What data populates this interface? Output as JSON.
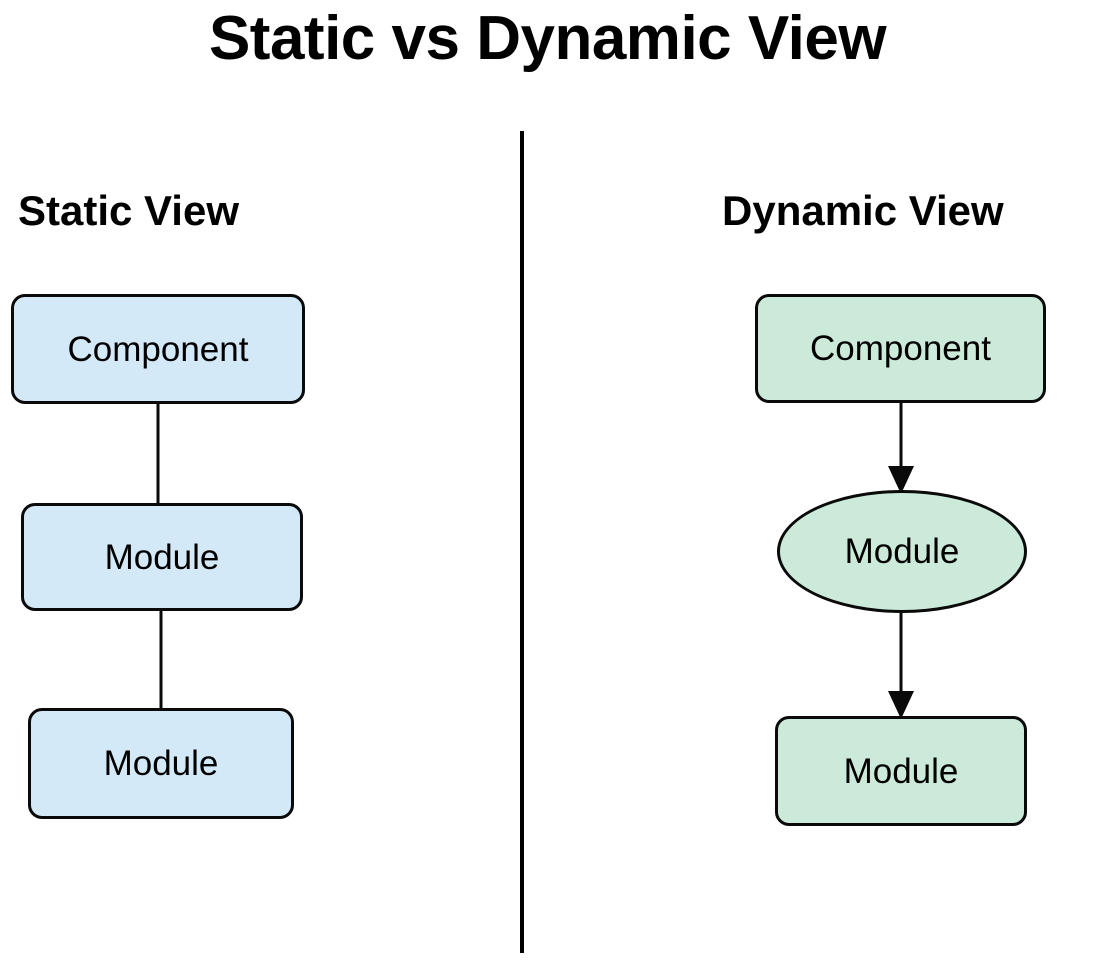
{
  "title": "Static vs Dynamic View",
  "divider": {
    "orientation": "vertical"
  },
  "columns": [
    {
      "id": "static",
      "heading": "Static View",
      "accent_color": "#d4e9f7",
      "border_color": "#0a0a0a",
      "connector_style": "plain-line",
      "nodes": [
        {
          "label": "Component",
          "shape": "rounded-rectangle"
        },
        {
          "label": "Module",
          "shape": "rounded-rectangle"
        },
        {
          "label": "Module",
          "shape": "rounded-rectangle"
        }
      ],
      "edges": [
        {
          "from": "Component",
          "to": "Module",
          "arrowhead": false
        },
        {
          "from": "Module",
          "to": "Module",
          "arrowhead": false
        }
      ]
    },
    {
      "id": "dynamic",
      "heading": "Dynamic View",
      "accent_color": "#cbead9",
      "border_color": "#0a0a0a",
      "connector_style": "arrow",
      "nodes": [
        {
          "label": "Component",
          "shape": "rounded-rectangle"
        },
        {
          "label": "Module",
          "shape": "ellipse"
        },
        {
          "label": "Module",
          "shape": "rounded-rectangle"
        }
      ],
      "edges": [
        {
          "from": "Component",
          "to": "Module",
          "arrowhead": true
        },
        {
          "from": "Module",
          "to": "Module",
          "arrowhead": true
        }
      ]
    }
  ]
}
